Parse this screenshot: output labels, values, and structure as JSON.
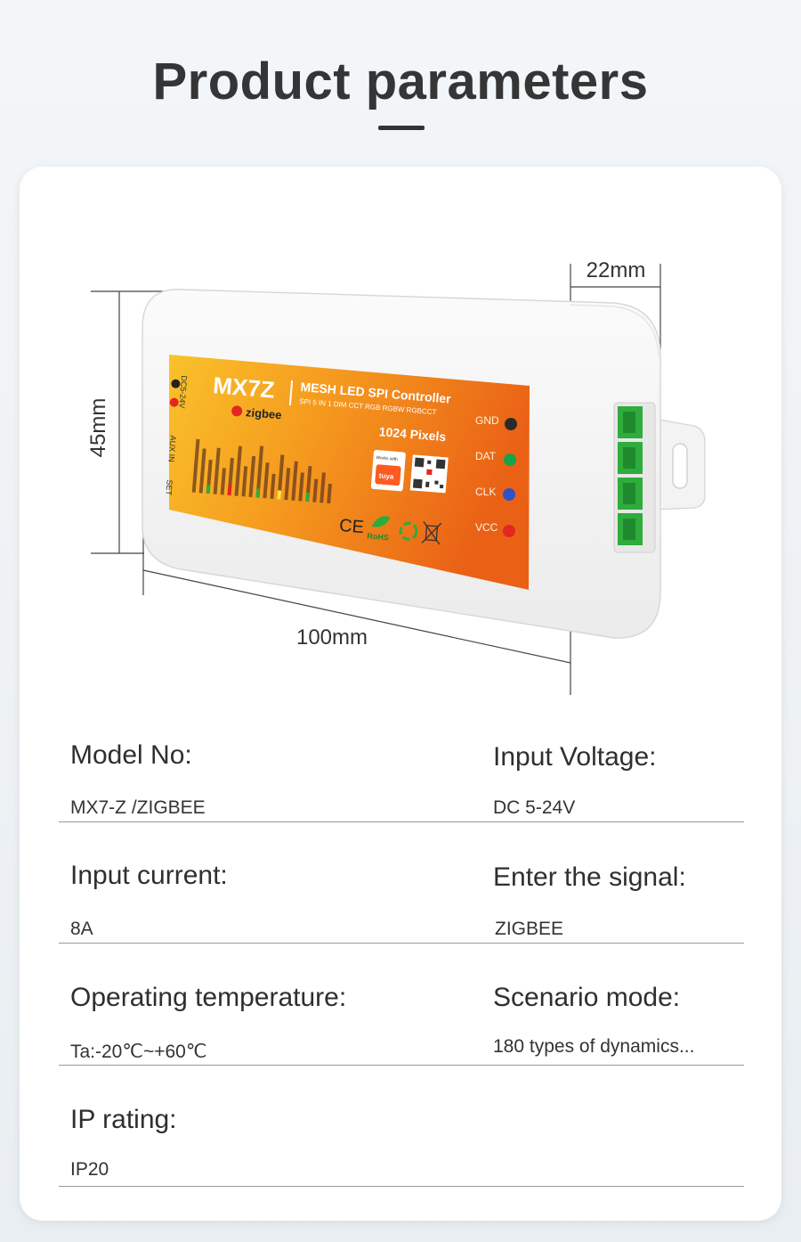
{
  "title": "Product parameters",
  "dimensions": {
    "height": "45mm",
    "depth": "22mm",
    "length": "100mm"
  },
  "product": {
    "model": "MX7Z",
    "brand": "zigbee",
    "headline": "MESH LED SPI Controller",
    "subline": "SPI 5 IN 1 DIM CCT RGB RGBW RGBCCT",
    "pixels": "1024 Pixels",
    "power": "DC5-24V",
    "aux_in": "AUX IN",
    "set": "SET",
    "works_with": "Works with",
    "tuya": "tuya",
    "ce": "CE",
    "rohs": "RoHS",
    "terminals": [
      {
        "label": "GND",
        "color": "#2a2a2a"
      },
      {
        "label": "DAT",
        "color": "#17a34a"
      },
      {
        "label": "CLK",
        "color": "#2f52c8"
      },
      {
        "label": "VCC",
        "color": "#e3261f"
      }
    ]
  },
  "specs": [
    {
      "label": "Model No:",
      "value": "MX7-Z /ZIGBEE"
    },
    {
      "label": "Input Voltage:",
      "value": "DC 5-24V"
    },
    {
      "label": "Input current:",
      "value": "8A"
    },
    {
      "label": "Enter the signal:",
      "value": "ZIGBEE"
    },
    {
      "label": "Operating temperature:",
      "value": "Ta:-20℃~+60℃"
    },
    {
      "label": "Scenario mode:",
      "value": "180 types of dynamics..."
    },
    {
      "label": "IP rating:",
      "value": "IP20"
    }
  ],
  "colors": {
    "label_orange_start": "#f7b21c",
    "label_orange_end": "#ef6a17",
    "terminal_green": "#2eac3c"
  }
}
